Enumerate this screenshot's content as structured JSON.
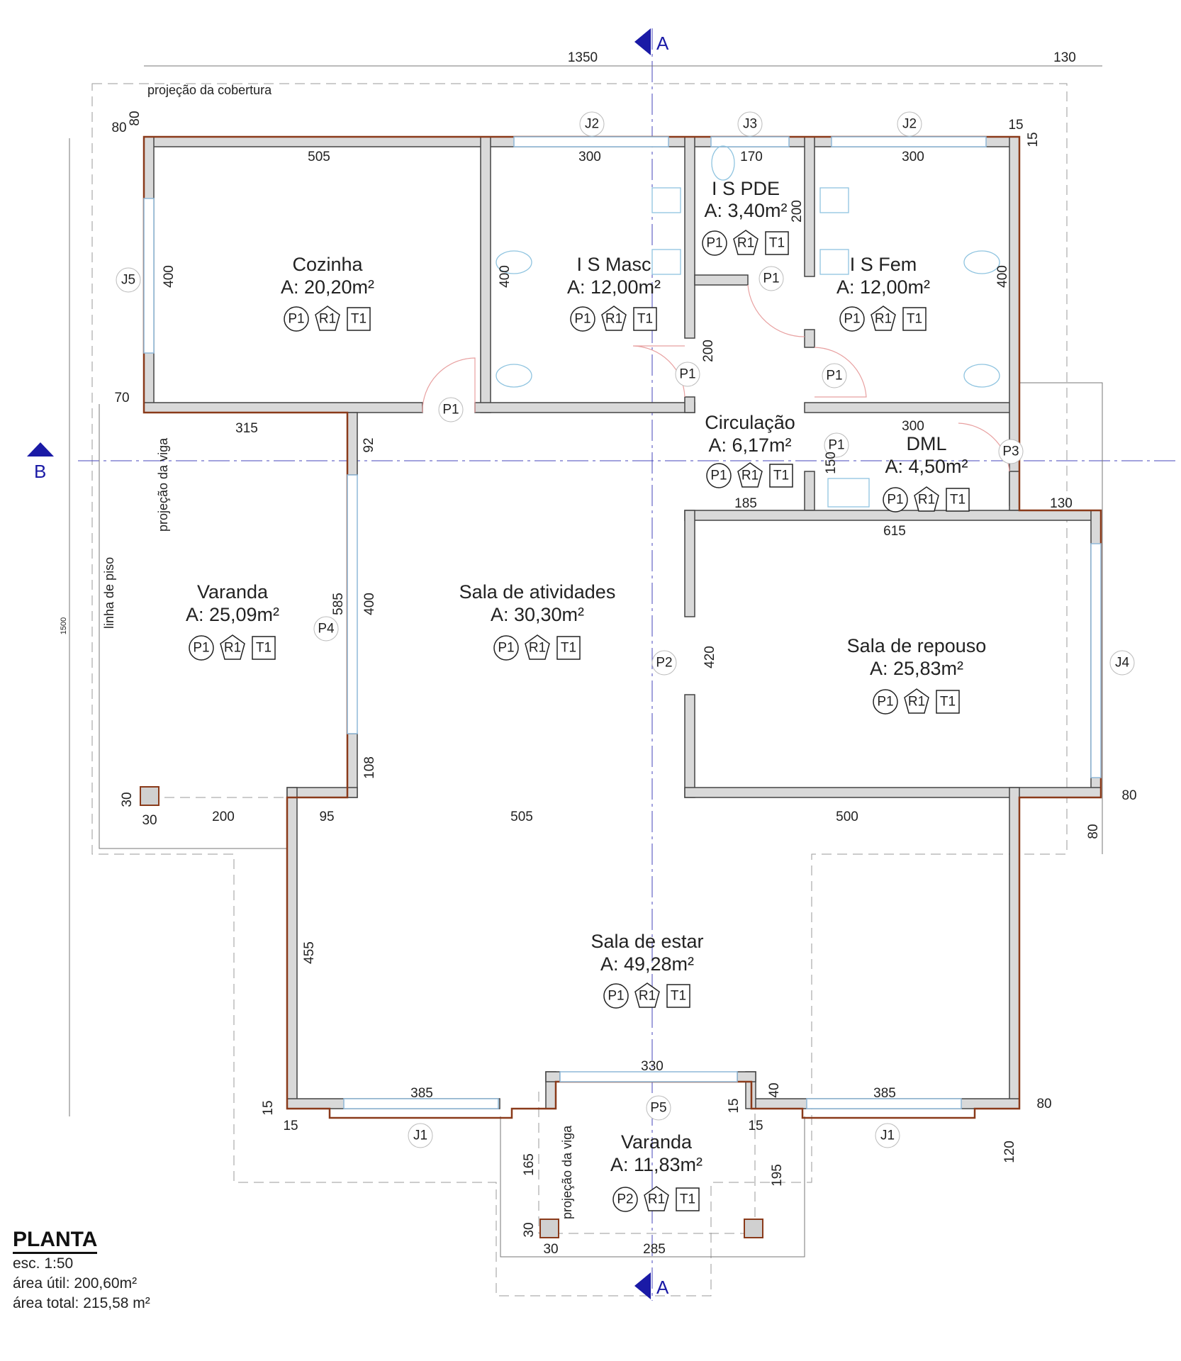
{
  "rooms": [
    {
      "name": "Cozinha",
      "area": "A: 20,20m²",
      "tags": [
        "P1",
        "R1",
        "T1"
      ]
    },
    {
      "name": "I S Masc",
      "area": "A: 12,00m²",
      "tags": [
        "P1",
        "R1",
        "T1"
      ]
    },
    {
      "name": "I S PDE",
      "area": "A: 3,40m²",
      "tags": [
        "P1",
        "R1",
        "T1"
      ]
    },
    {
      "name": "I S Fem",
      "area": "A: 12,00m²",
      "tags": [
        "P1",
        "R1",
        "T1"
      ]
    },
    {
      "name": "Circulação",
      "area": "A: 6,17m²",
      "tags": [
        "P1",
        "R1",
        "T1"
      ]
    },
    {
      "name": "DML",
      "area": "A: 4,50m²",
      "tags": [
        "P1",
        "R1",
        "T1"
      ]
    },
    {
      "name": "Varanda",
      "area": "A: 25,09m²",
      "tags": [
        "P1",
        "R1",
        "T1"
      ]
    },
    {
      "name": "Sala de atividades",
      "area": "A: 30,30m²",
      "tags": [
        "P1",
        "R1",
        "T1"
      ]
    },
    {
      "name": "Sala de repouso",
      "area": "A: 25,83m²",
      "tags": [
        "P1",
        "R1",
        "T1"
      ]
    },
    {
      "name": "Sala de estar",
      "area": "A: 49,28m²",
      "tags": [
        "P1",
        "R1",
        "T1"
      ]
    },
    {
      "name": "Varanda",
      "area": "A: 11,83m²",
      "tags": [
        "P2",
        "R1",
        "T1"
      ]
    }
  ],
  "openings": [
    "J2",
    "J3",
    "J2",
    "J5",
    "P1",
    "P1",
    "P1",
    "P1",
    "P1",
    "P1",
    "P3",
    "P4",
    "P2",
    "J4",
    "P5",
    "J1",
    "J1"
  ],
  "dimensions": [
    "1350",
    "130",
    "80",
    "80",
    "505",
    "300",
    "170",
    "300",
    "15",
    "15",
    "400",
    "400",
    "200",
    "400",
    "200",
    "70",
    "315",
    "92",
    "300",
    "150",
    "185",
    "130",
    "615",
    "585",
    "400",
    "420",
    "108",
    "30",
    "30",
    "200",
    "95",
    "505",
    "500",
    "80",
    "80",
    "455",
    "330",
    "40",
    "385",
    "385",
    "15",
    "15",
    "15",
    "15",
    "80",
    "120",
    "165",
    "195",
    "30",
    "30",
    "285",
    "1500"
  ],
  "annotations": [
    "projeção da cobertura",
    "projeção da viga",
    "linha de piso",
    "projeção da viga"
  ],
  "sections": [
    "A",
    "B",
    "A"
  ],
  "legend": {
    "title": "PLANTA",
    "scale": "esc. 1:50",
    "useful_area": "área útil: 200,60m²",
    "total_area": "área total: 215,58 m²"
  }
}
